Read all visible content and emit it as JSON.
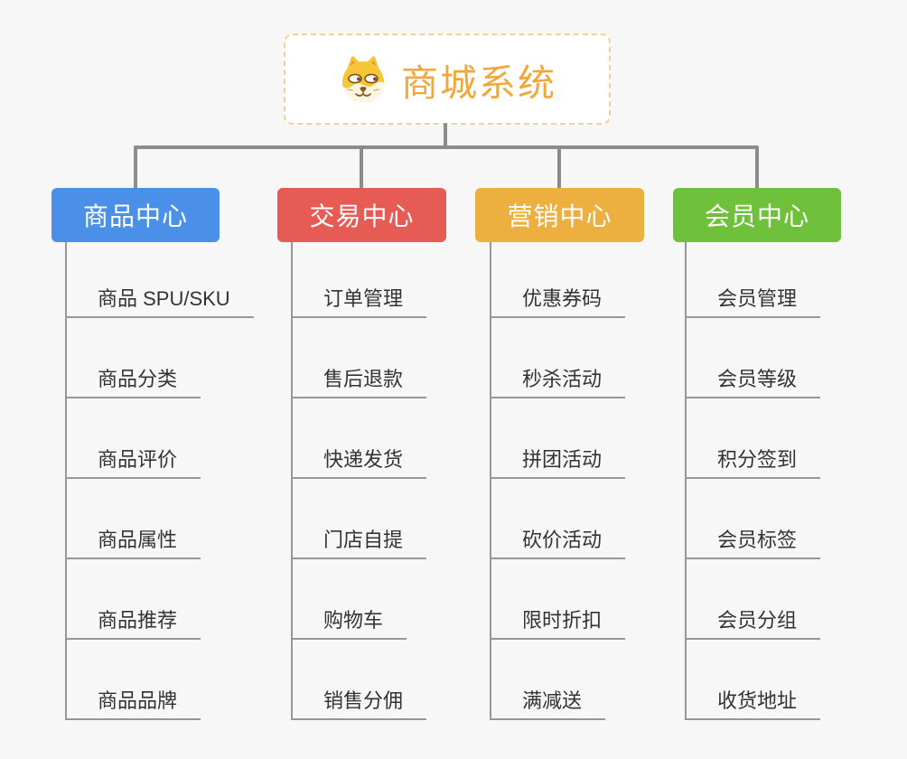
{
  "root": {
    "title": "商城系统",
    "icon": "dog-face-icon",
    "border_color": "#f7cf96",
    "title_color": "#f1a83b"
  },
  "connector_color": "#8c8c8c",
  "branches": [
    {
      "label": "商品中心",
      "color": "#4a90e8",
      "items": [
        "商品 SPU/SKU",
        "商品分类",
        "商品评价",
        "商品属性",
        "商品推荐",
        "商品品牌"
      ]
    },
    {
      "label": "交易中心",
      "color": "#e75b55",
      "items": [
        "订单管理",
        "售后退款",
        "快递发货",
        "门店自提",
        "购物车",
        "销售分佣"
      ]
    },
    {
      "label": "营销中心",
      "color": "#edaf3f",
      "items": [
        "优惠券码",
        "秒杀活动",
        "拼团活动",
        "砍价活动",
        "限时折扣",
        "满减送"
      ]
    },
    {
      "label": "会员中心",
      "color": "#6fc03a",
      "items": [
        "会员管理",
        "会员等级",
        "积分签到",
        "会员标签",
        "会员分组",
        "收货地址"
      ]
    }
  ]
}
